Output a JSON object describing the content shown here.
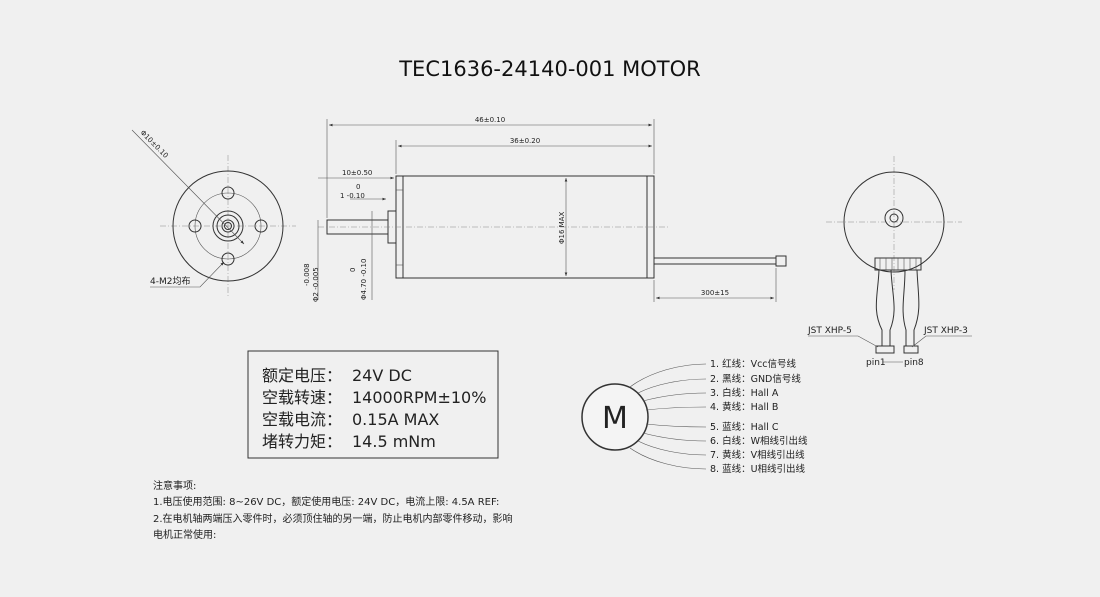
{
  "title": "TEC1636-24140-001 MOTOR",
  "front_view": {
    "dia_label": "Φ10±0.10",
    "holes_label": "4-M2均布"
  },
  "side_view": {
    "len_total": "46±0.10",
    "len_body": "36±0.20",
    "len_shaft": "10±0.50",
    "boss_tol_top": "0",
    "boss_tol_bottom": "1 -0.10",
    "shaft_dia_label": "Φ2 -0.005",
    "shaft_dia_tol": "-0.008",
    "boss_dia_label": "Φ4.70 -0.10",
    "boss_dia_tol": "0",
    "body_dia_label": "Φ16 MAX",
    "cable_len": "300±15"
  },
  "rear_view": {
    "connector_left": "JST XHP-5",
    "connector_right": "JST XHP-3",
    "pin_left": "pin1",
    "pin_right": "pin8"
  },
  "specs": [
    {
      "label": "额定电压：",
      "value": "24V DC"
    },
    {
      "label": "空载转速：",
      "value": "14000RPM±10%"
    },
    {
      "label": "空载电流：",
      "value": "0.15A MAX"
    },
    {
      "label": "堵转力矩：",
      "value": "14.5 mNm"
    }
  ],
  "motor_symbol": "M",
  "wires": [
    "1. 红线：Vcc信号线",
    "2. 黑线：GND信号线",
    "3. 白线：Hall A",
    "4. 黄线：Hall B",
    "5. 蓝线：Hall C",
    "6. 白线：W相线引出线",
    "7. 黄线：V相线引出线",
    "8. 蓝线：U相线引出线"
  ],
  "notes": {
    "heading": "注意事项:",
    "lines": [
      "1.电压使用范围: 8~26V DC，额定使用电压: 24V DC，电流上限: 4.5A REF:",
      "2.在电机轴两端压入零件时，必须顶住轴的另一端，防止电机内部零件移动，影响",
      "电机正常使用:"
    ]
  }
}
